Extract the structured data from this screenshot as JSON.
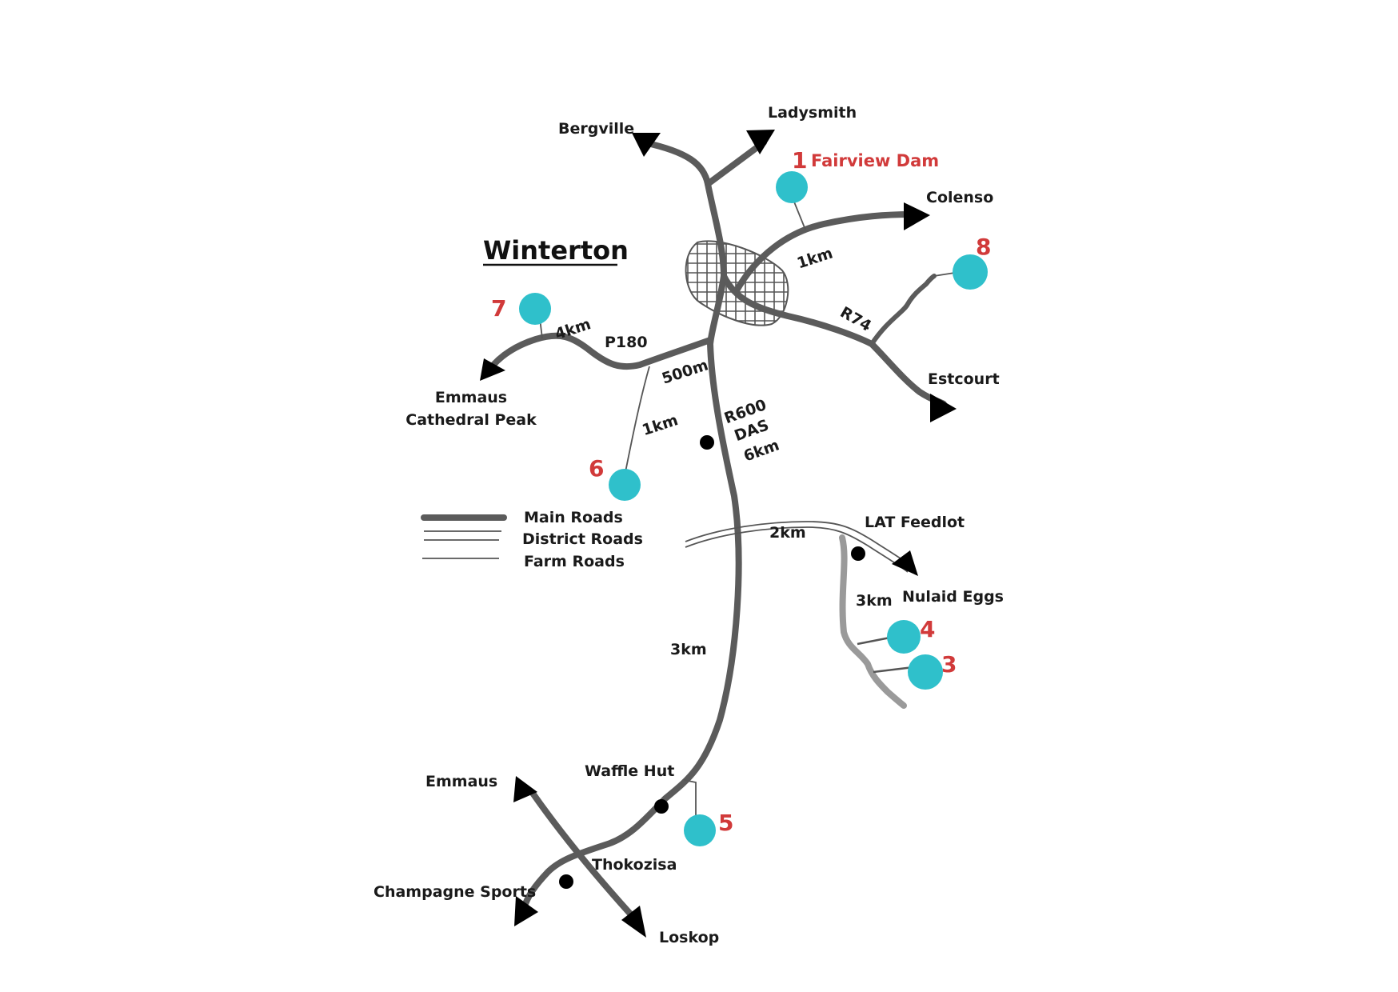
{
  "map": {
    "title": "Winterton",
    "colors": {
      "main_road": "#5b5b5b",
      "marker": "#2fc0cb",
      "marker_number": "#d13a3a",
      "label": "#1a1a1a"
    },
    "destinations": {
      "bergville": "Bergville",
      "ladysmith": "Ladysmith",
      "colenso": "Colenso",
      "estcourt": "Estcourt",
      "emmaus_cathedral_line1": "Emmaus",
      "emmaus_cathedral_line2": "Cathedral Peak",
      "emmaus_south": "Emmaus",
      "champagne_sports": "Champagne Sports",
      "loskop": "Loskop",
      "nulaid_eggs": "Nulaid Eggs"
    },
    "road_labels": {
      "r74": "R74",
      "p180": "P180",
      "r600": "R600",
      "das": "DAS",
      "dist_6km": "6km",
      "dist_1km_colenso": "1km",
      "dist_4km": "4km",
      "dist_500m": "500m",
      "dist_1km_site6": "1km",
      "dist_2km": "2km",
      "dist_3km_main": "3km",
      "dist_3km_feedlot": "3km"
    },
    "landmarks": {
      "lat_feedlot": "LAT Feedlot",
      "waffle_hut": "Waffle Hut",
      "thokozisa": "Thokozisa"
    },
    "sites": [
      {
        "number": "1",
        "name": "Fairview Dam"
      },
      {
        "number": "3",
        "name": ""
      },
      {
        "number": "4",
        "name": ""
      },
      {
        "number": "5",
        "name": ""
      },
      {
        "number": "6",
        "name": ""
      },
      {
        "number": "7",
        "name": ""
      },
      {
        "number": "8",
        "name": ""
      }
    ],
    "legend": [
      {
        "label": "Main Roads"
      },
      {
        "label": "District Roads"
      },
      {
        "label": "Farm Roads"
      }
    ]
  }
}
